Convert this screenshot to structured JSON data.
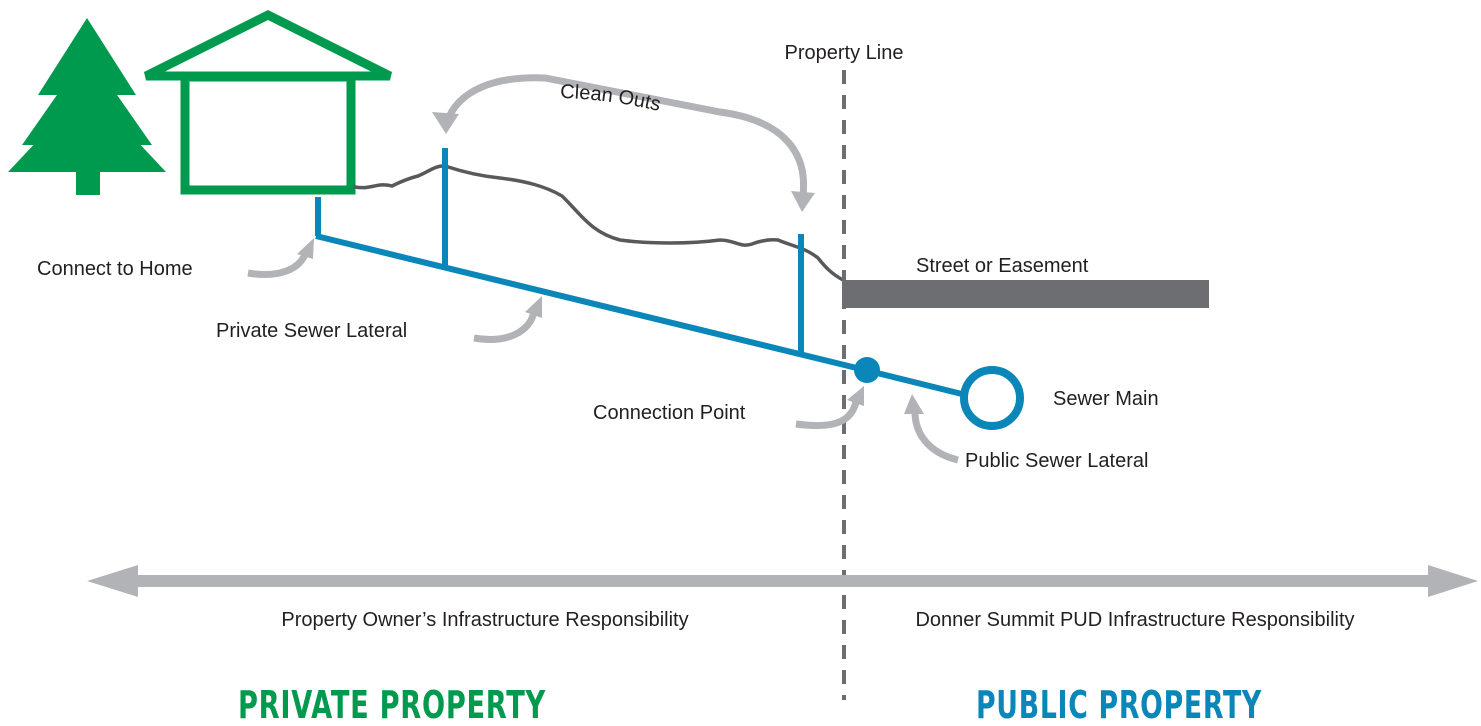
{
  "colors": {
    "green": "#009a4e",
    "blue": "#0a86b9",
    "gray_arrow": "#b1b3b6",
    "dark_gray": "#6d6e71",
    "ground_line": "#58595b",
    "text": "#231f20"
  },
  "icons": {
    "tree": "tree-icon",
    "house": "house-icon"
  },
  "labels": {
    "property_line": "Property Line",
    "clean_outs": "Clean Outs",
    "connect_to_home": "Connect to Home",
    "private_sewer_lateral": "Private Sewer Lateral",
    "street_or_easement": "Street or Easement",
    "connection_point": "Connection Point",
    "sewer_main": "Sewer Main",
    "public_sewer_lateral": "Public Sewer Lateral",
    "owner_responsibility": "Property Owner’s Infrastructure Responsibility",
    "pud_responsibility": "Donner Summit PUD Infrastructure Responsibility",
    "private_property": "PRIVATE PROPERTY",
    "public_property": "PUBLIC PROPERTY"
  }
}
